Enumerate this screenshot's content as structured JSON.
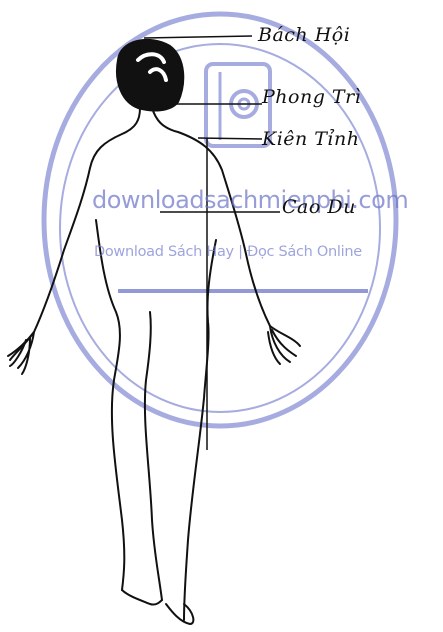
{
  "figure": {
    "acupoints": [
      {
        "name": "Bách Hội"
      },
      {
        "name": "Phong Trì"
      },
      {
        "name": "Kiên Tỉnh"
      },
      {
        "name": "Cao Du"
      }
    ],
    "line_color": "#111111",
    "watermark": {
      "domain": "downloadsachmienphi.com",
      "tagline": "Download Sách Hay | Đọc Sách Online",
      "color": "#6f77c9",
      "icon": "mobile-phone-at-icon"
    }
  }
}
